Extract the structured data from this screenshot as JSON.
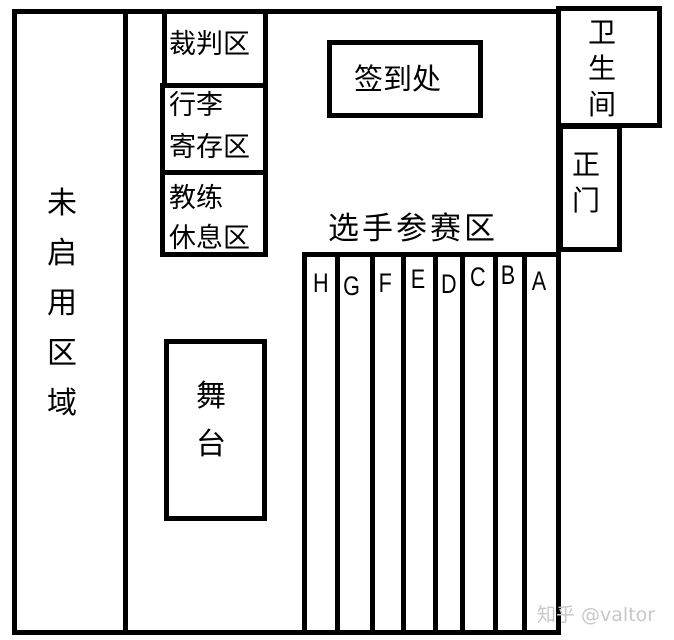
{
  "diagram": {
    "type": "venue floor plan",
    "areas": {
      "unused": {
        "label": "未启用区域",
        "chars": [
          "未",
          "启",
          "用",
          "区",
          "域"
        ]
      },
      "referee": {
        "label": "裁判区"
      },
      "luggage": {
        "label": "行李寄存区",
        "line1": "行李",
        "line2": "寄存区"
      },
      "coach": {
        "label": "教练休息区",
        "line1": "教练",
        "line2": "休息区"
      },
      "checkin": {
        "label": "签到处"
      },
      "restroom": {
        "label": "卫生间",
        "chars": [
          "卫",
          "生",
          "间"
        ]
      },
      "main_entrance": {
        "label": "正门",
        "chars": [
          "正",
          "门"
        ]
      },
      "stage": {
        "label": "舞台",
        "chars": [
          "舞",
          "台"
        ]
      },
      "player_area": {
        "label": "选手参赛区"
      }
    },
    "lanes": [
      "H",
      "G",
      "F",
      "E",
      "D",
      "C",
      "B",
      "A"
    ],
    "watermark": "知乎 @valtor"
  }
}
